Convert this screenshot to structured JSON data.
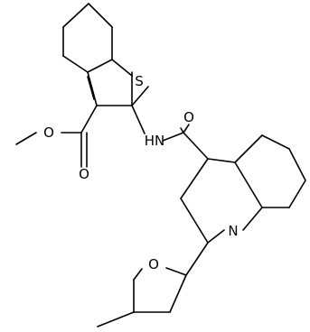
{
  "diagram": {
    "atoms": {
      "sulfur": "S",
      "amide_nh": "HN",
      "carbonyl_o_amide": "O",
      "carbonyl_o_ester": "O",
      "ester_o": "O",
      "quinoline_n": "N",
      "furan_o": "O"
    }
  }
}
